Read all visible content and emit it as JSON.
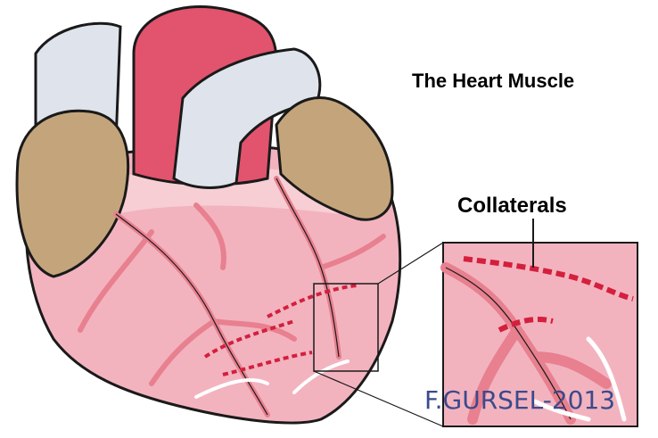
{
  "diagram": {
    "title": "The Heart Muscle",
    "callout_label": "Collaterals",
    "credit": "F.GURSEL-2013"
  },
  "colors": {
    "muscle": "#f2b3bf",
    "muscle_light": "#f7d4da",
    "aorta": "#e2536d",
    "veins": "#dfe4ec",
    "atria": "#c4a57b",
    "artery": "#e8808f",
    "collateral": "#d41f3d",
    "outline": "#1a1a1a"
  }
}
